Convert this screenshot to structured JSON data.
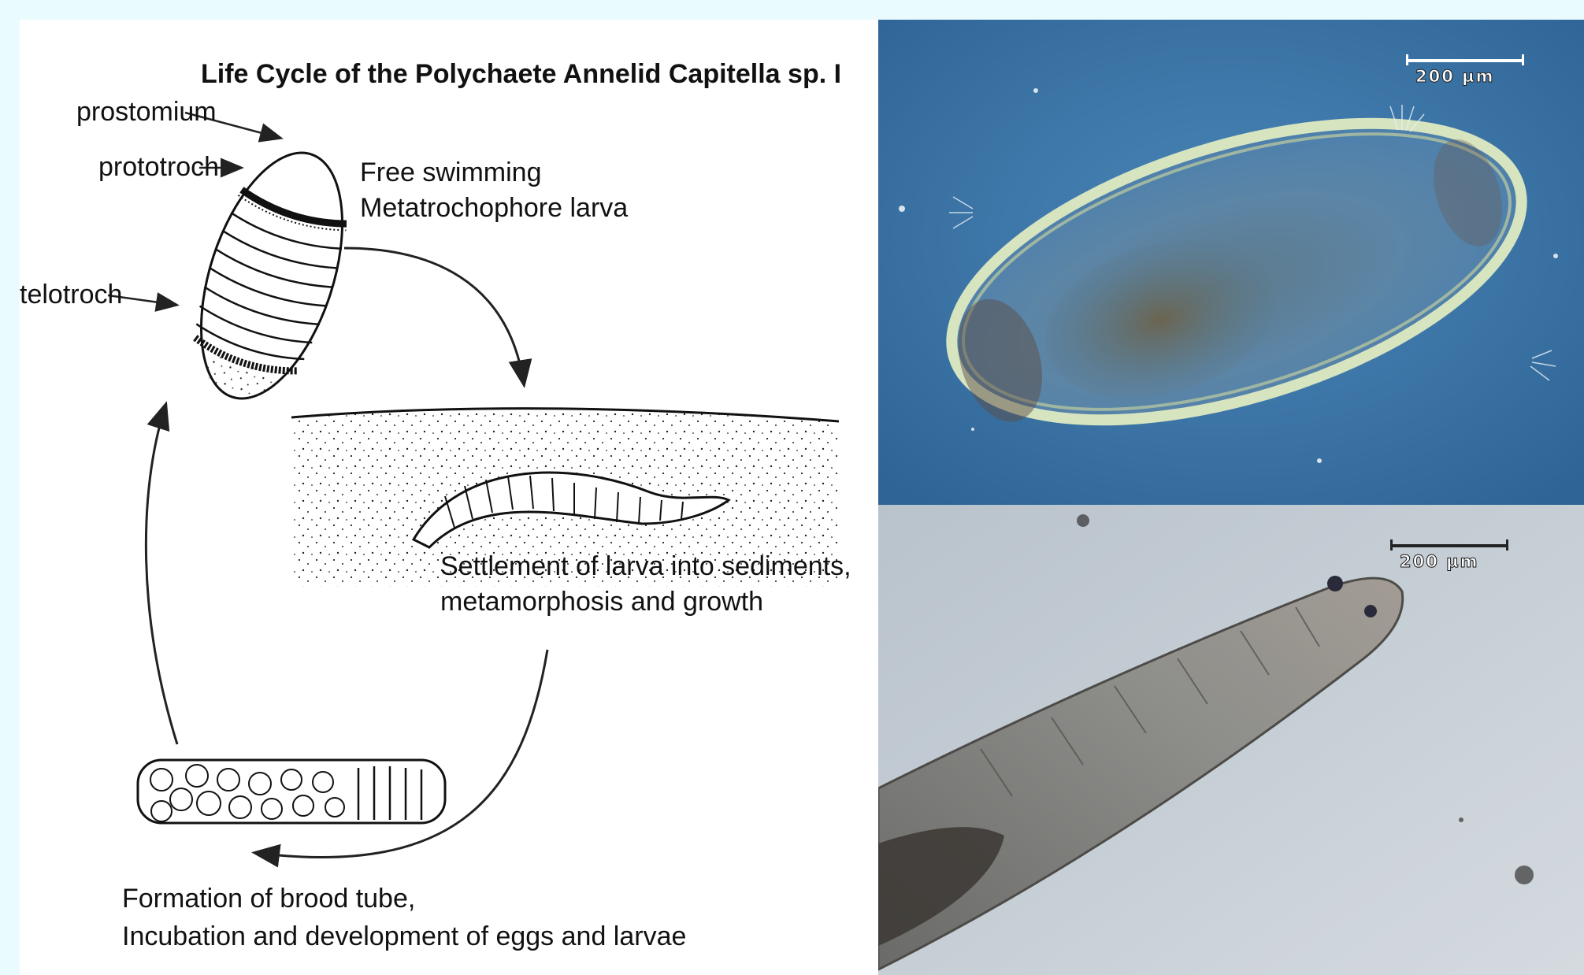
{
  "diagram": {
    "title": "Life Cycle of the Polychaete Annelid Capitella sp. I",
    "labels": {
      "prostomium": "prostomium",
      "prototroch": "prototroch",
      "telotroch": "telotroch"
    },
    "stages": {
      "stage1_line1": "Free swimming",
      "stage1_line2": "Metatrochophore larva",
      "stage2_line1": "Settlement of larva into sediments,",
      "stage2_line2": "metamorphosis and growth",
      "stage3_line1": "Formation of brood tube,",
      "stage3_line2": "Incubation and development of eggs and larvae"
    }
  },
  "photos": {
    "larva_scale": "200 µm",
    "worm_scale": "200 µm"
  },
  "colors": {
    "background": "#eafbfd",
    "larva_photo_bg": "#3d7aac",
    "worm_photo_bg": "#c6cfd6"
  }
}
